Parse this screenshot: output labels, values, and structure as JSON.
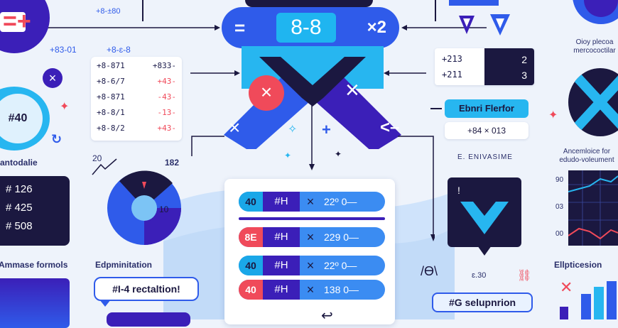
{
  "top": {
    "pill_left": "=",
    "pill_center": "8-8",
    "pill_right": "×2",
    "small_nums": "+8-±80",
    "label_a": "+83-01",
    "label_b": "+8-ɛ-8"
  },
  "left_table": {
    "rows": [
      [
        "+8-871",
        "+833-"
      ],
      [
        "+8-6/7",
        "+43-"
      ],
      [
        "+8-871",
        "-43-"
      ],
      [
        "+8-8/1",
        "-13-"
      ],
      [
        "+8-8/2",
        "+43-"
      ]
    ]
  },
  "left_circle_label": "#40",
  "left_caption": "antodalie",
  "left_list": [
    "# 126",
    "# 425",
    "# 508"
  ],
  "left_bottom_caption": "Ammase formols",
  "middle": {
    "scribble_label": "20",
    "gauge_value": "182",
    "gauge_side": "10",
    "caption": "Edpminitation",
    "speech_bubble": "#I-4 rectaltion!"
  },
  "center_list": [
    {
      "badge": "40",
      "code": "#H",
      "op": "×",
      "value": "22º 0—",
      "badge_color": "#1aa7e8"
    },
    {
      "badge": "8E",
      "code": "#H",
      "op": "×",
      "value": "229 0—",
      "badge_color": "#f04a5a"
    },
    {
      "badge": "40",
      "code": "#H",
      "op": "×",
      "value": "22º 0—",
      "badge_color": "#1aa7e8"
    },
    {
      "badge": "40",
      "code": "#H",
      "op": "×",
      "value": "138 0—",
      "badge_color": "#f04a5a"
    }
  ],
  "right_panel": {
    "mini_rows": [
      [
        "+213",
        "2"
      ],
      [
        "+211",
        "3"
      ]
    ],
    "filter_pill": "Ebnri Flerfor",
    "filter_value": "+84 × 013",
    "small_caption": "E. ENIVASIME",
    "caption_br": "Ellpticesion",
    "solution_pill": "#G selupnrion",
    "symbols": "/Ɵ\\",
    "small_label": "ɛ.30"
  },
  "far_right": {
    "caption_top": "Oioy plecoa mercococtilar",
    "caption_mid": "Ancemloice for edudo-voleument",
    "axis": [
      "90",
      "03",
      "00"
    ]
  },
  "colors": {
    "accent_blue": "#2f5bea",
    "accent_cyan": "#27b6f0",
    "accent_purple": "#3b1fb8",
    "accent_red": "#f04a5a",
    "dark_navy": "#1b1840"
  }
}
